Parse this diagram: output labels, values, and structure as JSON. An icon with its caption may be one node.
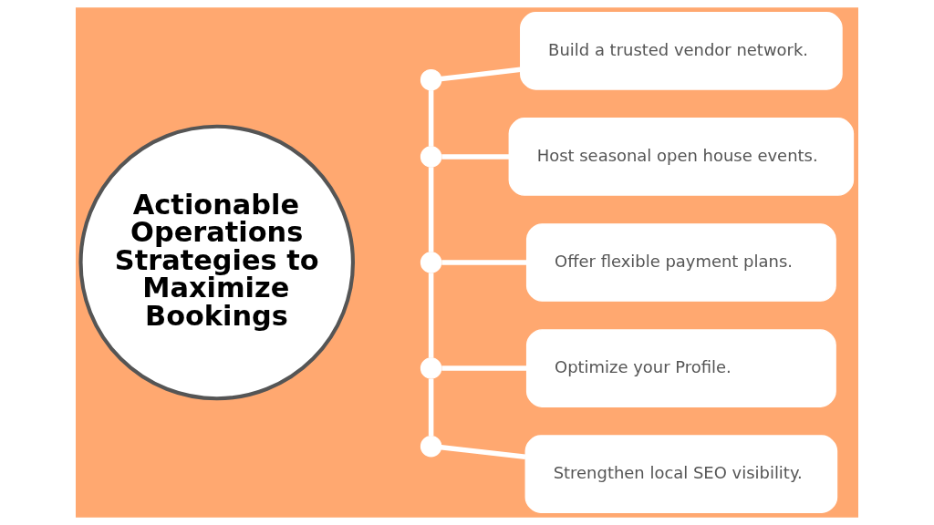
{
  "diagram": {
    "nodes": [
      {
        "text": [
          "Actionable Operations Strategies to Maximize Bookings"
        ]
      },
      {
        "text": [],
        "shape": "circle"
      },
      {
        "text": [],
        "shape": "circle"
      },
      {
        "text": [],
        "shape": "circle"
      },
      {
        "text": [],
        "shape": "circle"
      },
      {
        "text": [],
        "shape": "circle"
      },
      {
        "text": [
          "Build a trusted vendor network."
        ]
      },
      {
        "text": [
          "Host seasonal open house events."
        ]
      },
      {
        "text": [
          "Offer flexible payment plans."
        ]
      },
      {
        "text": [
          "Optimize your Profile."
        ]
      },
      {
        "text": [
          "Strengthen local SEO visibility."
        ]
      }
    ],
    "edges": [
      {
        "from": 1,
        "to": 2,
        "arrow": "none"
      },
      {
        "from": 2,
        "to": 3,
        "arrow": "none"
      },
      {
        "from": 3,
        "to": 4,
        "arrow": "none"
      },
      {
        "from": 4,
        "to": 5,
        "arrow": "none"
      },
      {
        "from": 1,
        "to": 6,
        "arrow": "none"
      },
      {
        "from": 2,
        "to": 7,
        "arrow": "none"
      },
      {
        "from": 3,
        "to": 8,
        "arrow": "none"
      },
      {
        "from": 4,
        "to": 9,
        "arrow": "none"
      },
      {
        "from": 5,
        "to": 10,
        "arrow": "none"
      }
    ]
  }
}
